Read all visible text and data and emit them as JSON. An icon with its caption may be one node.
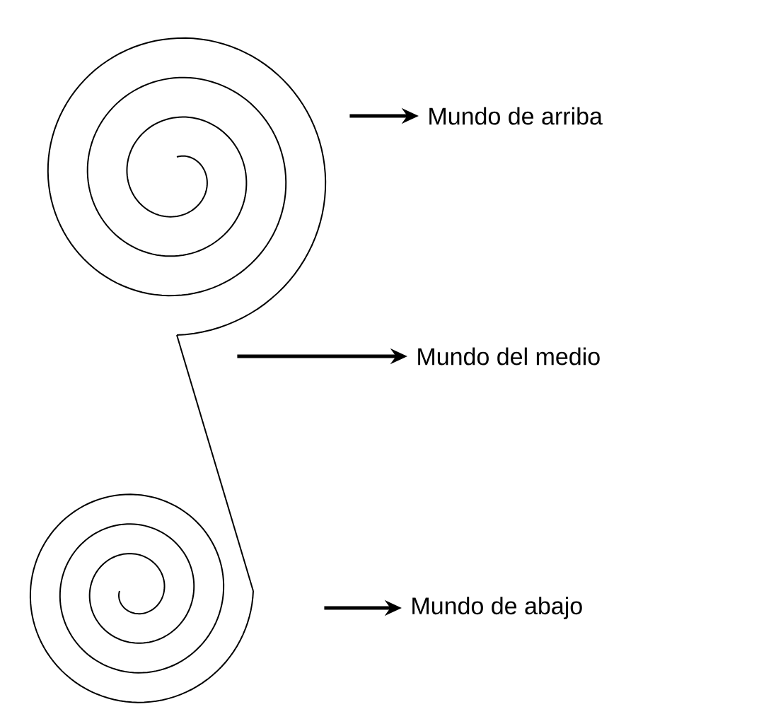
{
  "diagram": {
    "nodes": [
      {
        "text": [],
        "shape": "spiral"
      },
      {
        "text": [
          "Mundo de arriba"
        ]
      },
      {
        "text": [],
        "shape": "line"
      },
      {
        "text": [
          "Mundo del medio"
        ]
      },
      {
        "text": [],
        "shape": "spiral"
      },
      {
        "text": [
          "Mundo de abajo"
        ]
      }
    ],
    "edges": [
      {
        "from": 0,
        "to": 1,
        "arrow": "to"
      },
      {
        "from": 2,
        "to": 3,
        "arrow": "to"
      },
      {
        "from": 4,
        "to": 5,
        "arrow": "to"
      }
    ]
  }
}
